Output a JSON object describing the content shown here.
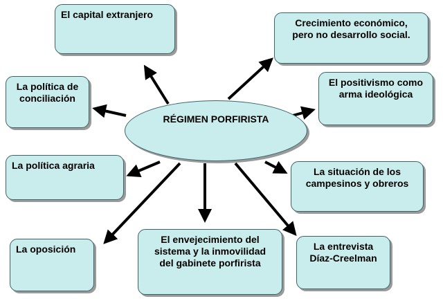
{
  "center": {
    "label": "RÉGIMEN PORFIRISTA"
  },
  "nodes": {
    "capital": {
      "line1": "El capital extranjero"
    },
    "crecimiento": {
      "line1": "Crecimiento económico,",
      "line2": "pero no desarrollo social."
    },
    "conciliacion": {
      "line1": "La política de",
      "line2": "conciliación"
    },
    "positivismo": {
      "line1": "El positivismo como",
      "line2": "arma ideológica"
    },
    "agraria": {
      "line1": "La política agraria"
    },
    "campesinos": {
      "line1": "La situación de los",
      "line2": "campesinos y obreros"
    },
    "oposicion": {
      "line1": "La oposición"
    },
    "envejecimiento": {
      "line1": "El envejecimiento del",
      "line2": "sistema y la inmovilidad",
      "line3": "del gabinete porfirista"
    },
    "entrevista": {
      "line1": "La entrevista",
      "line2": "Díaz-Creelman"
    }
  },
  "colors": {
    "box_fill": "#c9ecec",
    "box_border": "#3c6468",
    "arrow": "#000000"
  }
}
